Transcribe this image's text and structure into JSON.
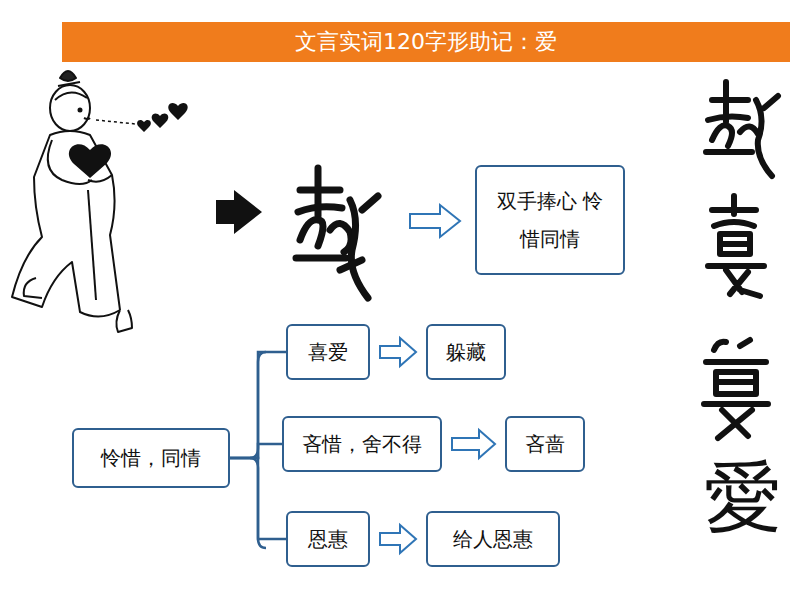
{
  "diagram": {
    "title": "文言实词120字形助记：爱",
    "nodes": [
      {
        "text": [
          "双手捧心 怜惜同情"
        ]
      },
      {
        "text": [
          "喜爱"
        ]
      },
      {
        "text": [
          "躲藏"
        ]
      },
      {
        "text": [
          "怜惜，同情"
        ]
      },
      {
        "text": [
          "吝惜，舍不得"
        ]
      },
      {
        "text": [
          "吝啬"
        ]
      },
      {
        "text": [
          "恩惠"
        ]
      },
      {
        "text": [
          "给人恩惠"
        ]
      }
    ],
    "edges": [
      {
        "from": 1,
        "to": 2,
        "arrow": "to"
      },
      {
        "from": 4,
        "to": 5,
        "arrow": "to"
      },
      {
        "from": 6,
        "to": 7,
        "arrow": "to"
      },
      {
        "from": 3,
        "to": 1,
        "arrow": "none"
      },
      {
        "from": 3,
        "to": 4,
        "arrow": "none"
      },
      {
        "from": 3,
        "to": 6,
        "arrow": "none"
      }
    ],
    "labels": [
      "愛"
    ]
  }
}
